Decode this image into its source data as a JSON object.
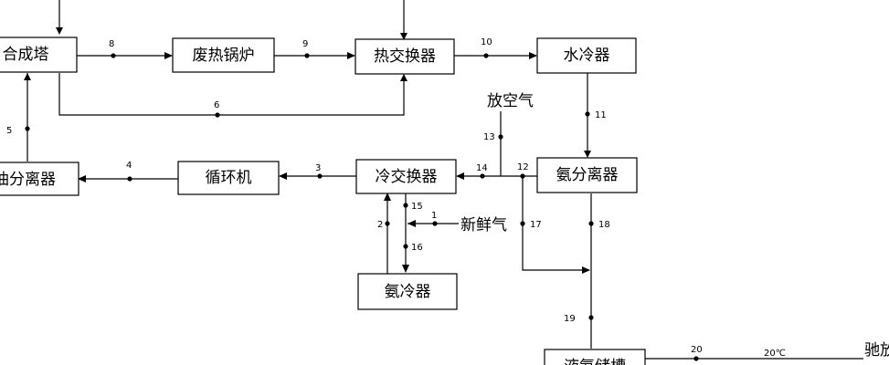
{
  "boxes": {
    "synthesis_tower": "合成塔",
    "waste_heat_boiler": "废热锅炉",
    "heat_exchanger": "热交换器",
    "water_cooler": "水冷器",
    "oil_separator": "油分离器",
    "circulator": "循环机",
    "cold_exchanger": "冷交换器",
    "ammonia_separator": "氨分离器",
    "ammonia_cooler": "氨冷器",
    "storage_tank": "液氨储槽"
  },
  "labels": {
    "vent_gas": "放空气",
    "fresh_gas": "新鲜气",
    "temperature": "20℃",
    "release": "驰放"
  },
  "stream_numbers": {
    "s1": "1",
    "s2": "2",
    "s3": "3",
    "s4": "4",
    "s5": "5",
    "s6": "6",
    "s8": "8",
    "s9": "9",
    "s10": "10",
    "s11": "11",
    "s12": "12",
    "s13": "13",
    "s14": "14",
    "s15": "15",
    "s16": "16",
    "s17": "17",
    "s18": "18",
    "s19": "19",
    "s20": "20"
  }
}
